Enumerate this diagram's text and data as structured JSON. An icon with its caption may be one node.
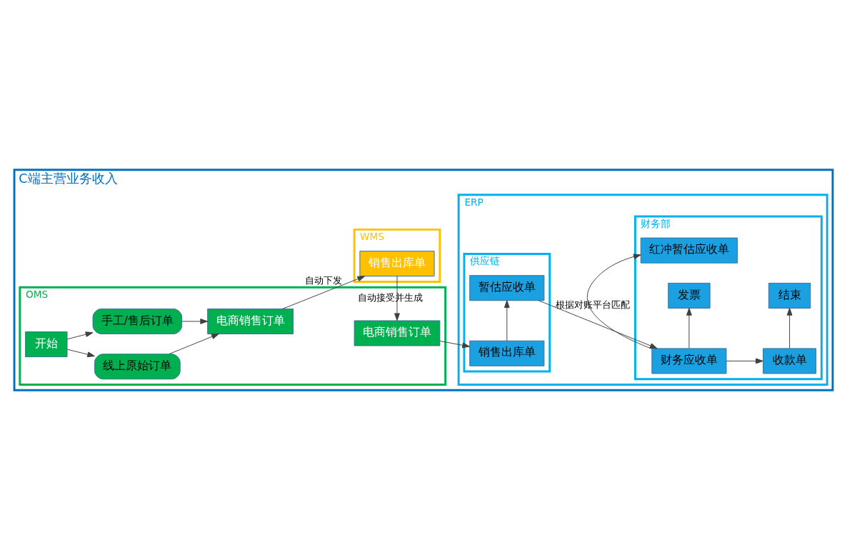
{
  "diagram": {
    "nodes": [
      {
        "text": [
          "C端主营业务收入"
        ]
      },
      {
        "text": [
          "ERP"
        ],
        "in": 0
      },
      {
        "text": [
          "供应链"
        ],
        "in": 1
      },
      {
        "text": [
          "财务部"
        ],
        "in": 1
      },
      {
        "text": [
          "红冲暂估应收单"
        ],
        "in": 3
      },
      {
        "text": [
          "暂估应收单"
        ],
        "in": 2
      },
      {
        "text": [
          "财务应收单"
        ],
        "in": 3
      },
      {
        "text": [
          "收款单"
        ],
        "in": 3
      },
      {
        "text": [
          "销售出库单"
        ],
        "in": 2
      },
      {
        "text": [
          "发票"
        ],
        "in": 3
      },
      {
        "text": [
          "结束"
        ],
        "in": 3
      },
      {
        "text": [
          "OMS"
        ],
        "in": 0
      },
      {
        "text": [
          "开始"
        ],
        "in": 11
      },
      {
        "text": [
          "线上原始订单"
        ],
        "in": 11
      },
      {
        "text": [
          "手工/售后订单"
        ],
        "in": 11
      },
      {
        "text": [
          "电商销售订单"
        ],
        "in": 11
      },
      {
        "text": [
          "电商销售订单"
        ],
        "in": 11
      },
      {
        "text": [
          "WMS"
        ],
        "in": 0
      },
      {
        "text": [
          "销售出库单"
        ],
        "in": 17
      }
    ],
    "edges": [
      {
        "from": 12,
        "to": 13,
        "arrow": "to"
      },
      {
        "from": 12,
        "to": 14,
        "arrow": "to"
      },
      {
        "from": 13,
        "to": 15,
        "arrow": "to"
      },
      {
        "from": 14,
        "to": 15,
        "arrow": "to"
      },
      {
        "from": 15,
        "to": 18,
        "arrow": "to",
        "label": "自动下发"
      },
      {
        "from": 18,
        "to": 16,
        "arrow": "to",
        "label": "自动接受并生成"
      },
      {
        "from": 16,
        "to": 8,
        "arrow": "to"
      },
      {
        "from": 8,
        "to": 5,
        "arrow": "to"
      },
      {
        "from": 5,
        "to": 6,
        "arrow": "to",
        "label": "根据对账平台匹配"
      },
      {
        "from": 6,
        "to": 4,
        "arrow": "to"
      },
      {
        "from": 6,
        "to": 9,
        "arrow": "to"
      },
      {
        "from": 6,
        "to": 7,
        "arrow": "to"
      },
      {
        "from": 7,
        "to": 10,
        "arrow": "to"
      }
    ]
  }
}
